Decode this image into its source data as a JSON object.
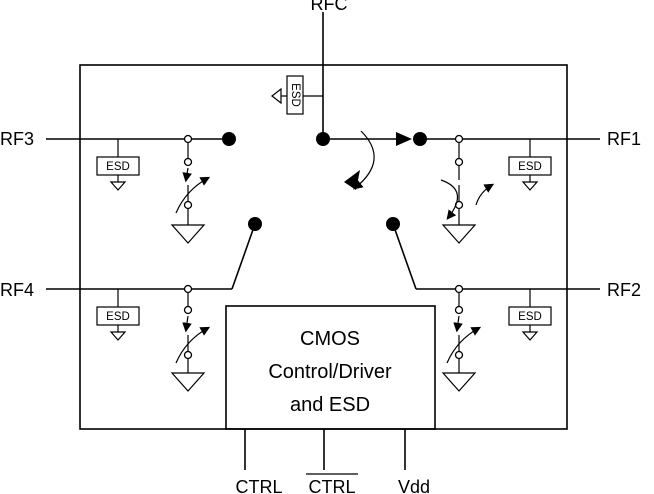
{
  "pins": {
    "rfc": "RFC",
    "rf1": "RF1",
    "rf2": "RF2",
    "rf3": "RF3",
    "rf4": "RF4",
    "ctrl": "CTRL",
    "ctrl_bar": "CTRL",
    "vdd": "Vdd"
  },
  "control_block": {
    "line1": "CMOS",
    "line2": "Control/Driver",
    "line3": "and ESD"
  },
  "esd_label": "ESD",
  "colors": {
    "ink": "#000000",
    "background": "#ffffff"
  }
}
